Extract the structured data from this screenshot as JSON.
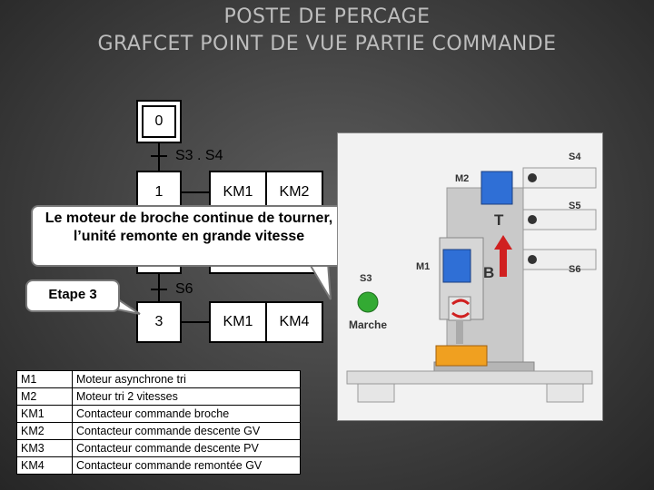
{
  "title_line1": "POSTE DE PERCAGE",
  "title_line2": "GRAFCET POINT DE VUE PARTIE COMMANDE",
  "grafcet": {
    "step0": "0",
    "t1": "S3 . S4",
    "step1": "1",
    "step1_actions": [
      "KM1",
      "KM2"
    ],
    "t3": "S6",
    "step3": "3",
    "step3_actions": [
      "KM1",
      "KM4"
    ]
  },
  "callout": "Le moteur de broche continue de tourner, l’unité remonte en grande vitesse",
  "etape_label": "Etape 3",
  "legend": [
    {
      "code": "M1",
      "desc": "Moteur asynchrone tri"
    },
    {
      "code": "M2",
      "desc": "Moteur tri 2 vitesses"
    },
    {
      "code": "KM1",
      "desc": "Contacteur commande broche"
    },
    {
      "code": "KM2",
      "desc": "Contacteur commande descente GV"
    },
    {
      "code": "KM3",
      "desc": "Contacteur commande descente PV"
    },
    {
      "code": "KM4",
      "desc": "Contacteur commande remontée GV"
    }
  ],
  "photo": {
    "s4": "S4",
    "s5": "S5",
    "s6": "S6",
    "m2": "M2",
    "m1": "M1",
    "s3": "S3",
    "t": "T",
    "b": "B",
    "marche": "Marche"
  },
  "colors": {
    "background": "#3c3c3c",
    "title": "#bdbdbd",
    "motor": "#2f6fd6",
    "button": "#33aa33",
    "arrow": "#d02020",
    "workpiece": "#f0a020"
  }
}
